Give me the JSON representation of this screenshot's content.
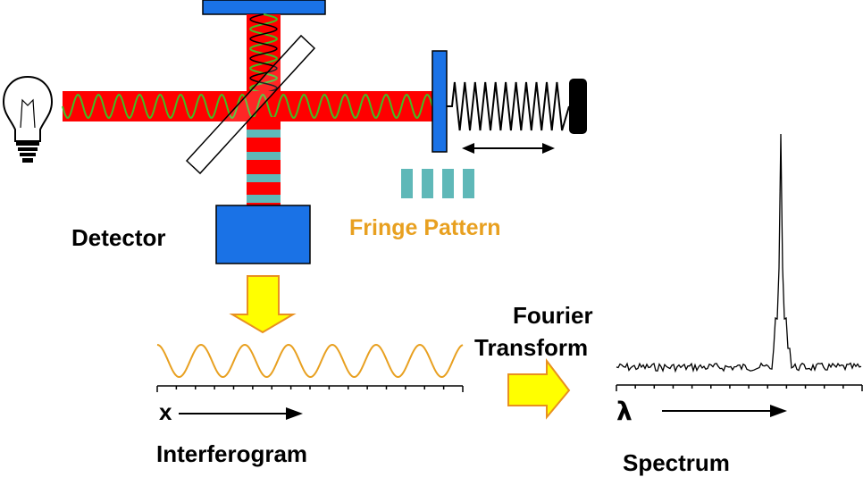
{
  "labels": {
    "detector": "Detector",
    "fringe_pattern": "Fringe Pattern",
    "fourier_line1": "Fourier",
    "fourier_line2": "Transform",
    "interferogram": "Interferogram",
    "spectrum": "Spectrum",
    "x_axis_symbol": "x",
    "lambda_axis_symbol": "λ"
  },
  "colors": {
    "beam": "#ff0000",
    "wave": "#44bb22",
    "mirror": "#1a72e6",
    "fringe": "#5fb8b8",
    "fringe_label": "#e8a020",
    "interferogram_wave": "#e8a020",
    "arrow_fill": "#ffff00",
    "arrow_stroke": "#e89020",
    "ink": "#000000"
  },
  "icons": {
    "light_source": "lightbulb-icon",
    "down_arrow": "block-arrow-down-icon",
    "right_arrow": "block-arrow-right-icon"
  }
}
